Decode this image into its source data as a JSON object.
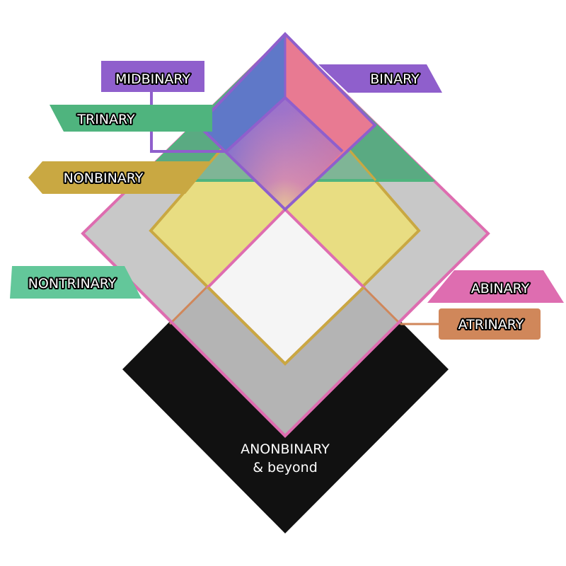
{
  "diagram": {
    "labels": {
      "midbinary": "MIDBINARY",
      "binary": "BINARY",
      "trinary": "TRINARY",
      "nonbinary": "NONBINARY",
      "nontrinary": "NONTRINARY",
      "abinary": "ABINARY",
      "atrinary": "ATRINARY",
      "anonbinary_line1": "ANONBINARY",
      "anonbinary_line2": "& beyond"
    },
    "colors": {
      "purple": "#8f5fcc",
      "blue": "#5f78c8",
      "pink_red": "#e87a92",
      "green": "#5aaa82",
      "green_label": "#4fb47e",
      "gold": "#c9a842",
      "yellow": "#e8dd82",
      "white_center": "#f5f5f5",
      "light_gray": "#c8c8c8",
      "mid_gray": "#b4b4b4",
      "black": "#111111",
      "pink": "#de6db0",
      "orange": "#d0875a",
      "mint": "#63c79a"
    }
  }
}
